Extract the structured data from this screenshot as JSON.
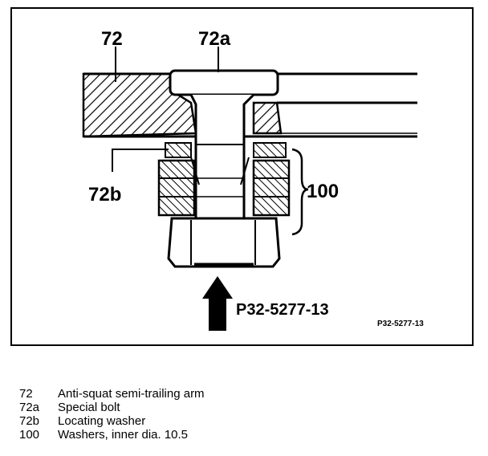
{
  "callouts": {
    "arm": "72",
    "bolt": "72a",
    "washer": "72b",
    "washers": "100"
  },
  "figure_code": "P32-5277-13",
  "figure_code_small": "P32-5277-13",
  "legend": [
    {
      "key": "72",
      "text": "Anti-squat semi-trailing arm"
    },
    {
      "key": "72a",
      "text": "Special bolt"
    },
    {
      "key": "72b",
      "text": "Locating washer"
    },
    {
      "key": "100",
      "text": "Washers, inner dia. 10.5"
    }
  ],
  "colors": {
    "ink": "#000000",
    "paper": "#ffffff"
  }
}
